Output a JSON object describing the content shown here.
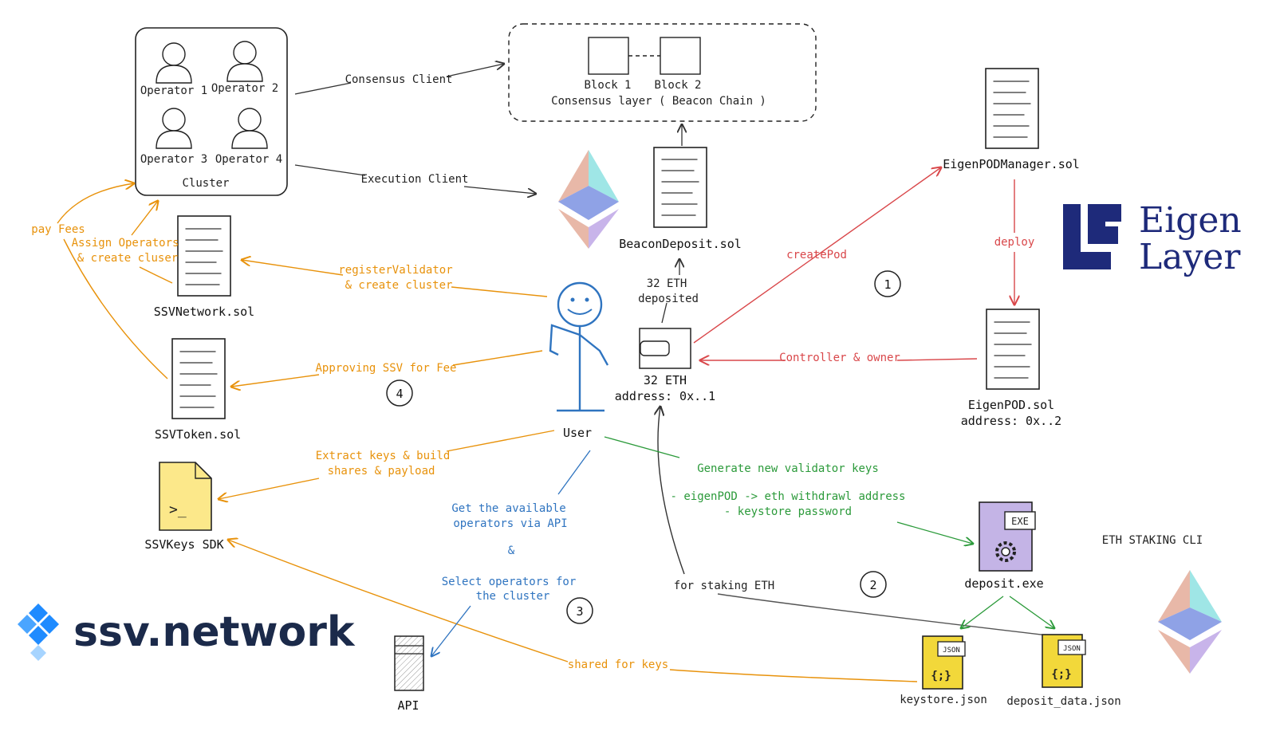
{
  "colors": {
    "orange": "#e8920b",
    "red": "#d9474a",
    "green": "#2b9a3a",
    "blue": "#2f74c0",
    "ink": "#222222",
    "eigen_navy": "#1e2a7a",
    "ssv_blue": "#1f8bff",
    "sdk_yellow": "#fce88a",
    "json_yellow": "#f2d83a",
    "exe_purple": "#c4b4e6"
  },
  "cluster": {
    "operators": [
      "Operator 1",
      "Operator 2",
      "Operator 3",
      "Operator 4"
    ],
    "label": "Cluster"
  },
  "consensus": {
    "block1": "Block 1",
    "block2": "Block 2",
    "layer_label": "Consensus layer ( Beacon Chain )"
  },
  "edges": {
    "consensus_client": "Consensus Client",
    "execution_client": "Execution Client",
    "pay_fees": "pay Fees",
    "assign_operators_1": "Assign Operators",
    "assign_operators_2": "& create cluser",
    "register_validator_1": "registerValidator",
    "register_validator_2": "& create cluster",
    "approving_ssv": "Approving SSV for Fee",
    "extract_keys_1": "Extract keys & build",
    "extract_keys_2": "shares & payload",
    "get_operators_1": "Get the available",
    "get_operators_2": "operators via API",
    "ampersand": "&",
    "select_operators_1": "Select operators for",
    "select_operators_2": "the cluster",
    "shared_for_keys": "shared for keys",
    "for_staking_eth": "for staking ETH",
    "deposited_1": "32 ETH",
    "deposited_2": "deposited",
    "create_pod": "createPod",
    "deploy": "deploy",
    "controller_owner": "Controller & owner",
    "generate_keys": "Generate new validator keys",
    "eigenpod_withdraw": "- eigenPOD -> eth withdrawl address",
    "keystore_password": "- keystore password"
  },
  "nodes": {
    "beacon_deposit": "BeaconDeposit.sol",
    "eigenpod_manager": "EigenPODManager.sol",
    "eigenpod_1": "EigenPOD.sol",
    "eigenpod_2": "address: 0x..2",
    "wallet_1": "32 ETH",
    "wallet_2": "address: 0x..1",
    "ssv_network": "SSVNetwork.sol",
    "ssv_token": "SSVToken.sol",
    "ssvkeys_sdk": "SSVKeys SDK",
    "user": "User",
    "api": "API",
    "deposit_exe": "deposit.exe",
    "exe_badge": "EXE",
    "keystore": "keystore.json",
    "deposit_data": "deposit_data.json",
    "json_badge": "JSON",
    "eth_staking_cli": "ETH STAKING CLI",
    "sdk_prompt": ">_",
    "json_glyph": "{;}"
  },
  "steps": [
    "1",
    "2",
    "3",
    "4"
  ],
  "logos": {
    "ssv_network": "ssv.network",
    "eigen_top": "Eigen",
    "eigen_bottom": "Layer"
  }
}
